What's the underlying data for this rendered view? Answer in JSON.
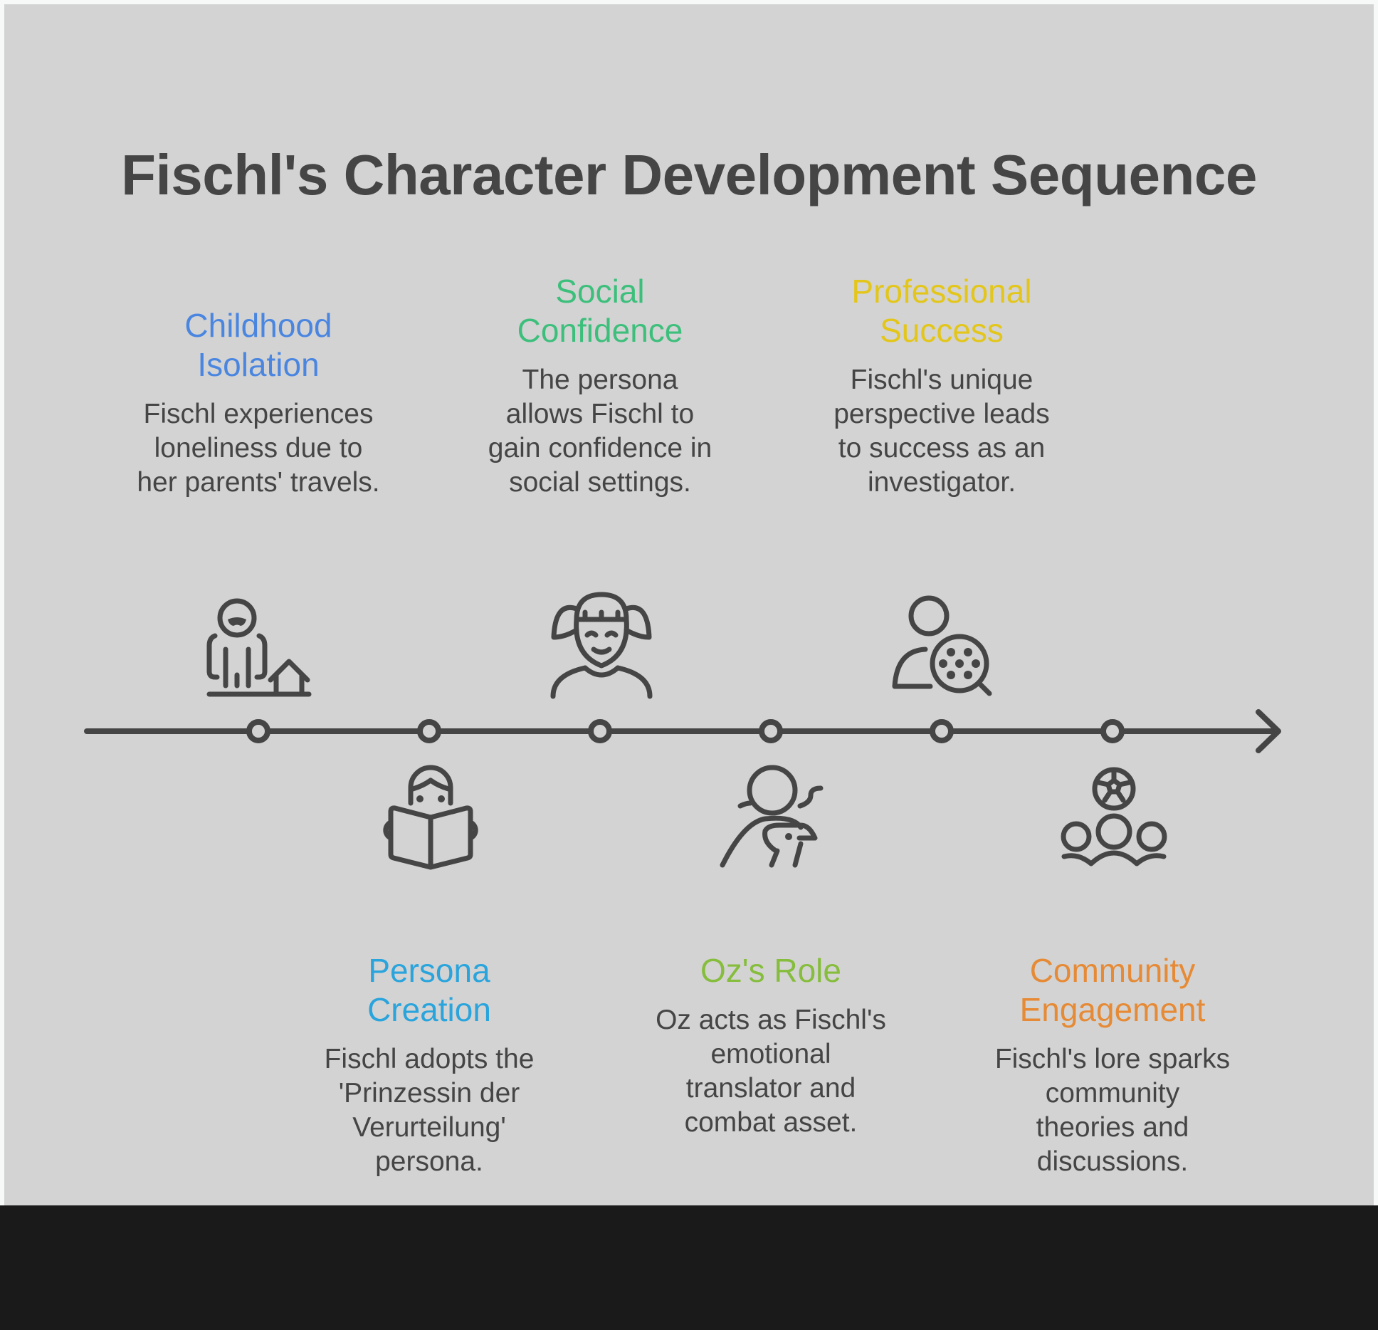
{
  "title": "Fischl's Character Development Sequence",
  "colors": {
    "background": "#d3d3d3",
    "text": "#454545",
    "bottom_bar": "#1a1a1a"
  },
  "timeline": {
    "direction": "left-to-right",
    "end_marker": "arrow-icon"
  },
  "steps": [
    {
      "id": "childhood-isolation",
      "title": "Childhood Isolation",
      "title_lines": [
        "Childhood",
        "Isolation"
      ],
      "description_lines": [
        "Fischl experiences",
        "loneliness due to",
        "her parents' travels."
      ],
      "color": "#4a86e0",
      "position": "above",
      "icon": "child-house-icon"
    },
    {
      "id": "persona-creation",
      "title": "Persona Creation",
      "title_lines": [
        "Persona",
        "Creation"
      ],
      "description_lines": [
        "Fischl adopts the",
        "'Prinzessin der",
        "Verurteilung'",
        "persona."
      ],
      "color": "#2aa4dc",
      "position": "below",
      "icon": "reading-book-icon"
    },
    {
      "id": "social-confidence",
      "title": "Social Confidence",
      "title_lines": [
        "Social",
        "Confidence"
      ],
      "description_lines": [
        "The persona",
        "allows Fischl to",
        "gain confidence in",
        "social settings."
      ],
      "color": "#3dbf7c",
      "position": "above",
      "icon": "girl-pigtails-icon"
    },
    {
      "id": "ozs-role",
      "title": "Oz's Role",
      "title_lines": [
        "Oz's Role"
      ],
      "description_lines": [
        "Oz acts as Fischl's",
        "emotional",
        "translator and",
        "combat asset."
      ],
      "color": "#86bd3c",
      "position": "below",
      "icon": "person-with-bird-icon"
    },
    {
      "id": "professional-success",
      "title": "Professional Success",
      "title_lines": [
        "Professional",
        "Success"
      ],
      "description_lines": [
        "Fischl's unique",
        "perspective leads",
        "to success as an",
        "investigator."
      ],
      "color": "#e3c619",
      "position": "above",
      "icon": "user-search-icon"
    },
    {
      "id": "community-engagement",
      "title": "Community Engagement",
      "title_lines": [
        "Community",
        "Engagement"
      ],
      "description_lines": [
        "Fischl's lore sparks",
        "community",
        "theories and",
        "discussions."
      ],
      "color": "#e68a35",
      "position": "below",
      "icon": "group-with-ball-icon"
    }
  ]
}
